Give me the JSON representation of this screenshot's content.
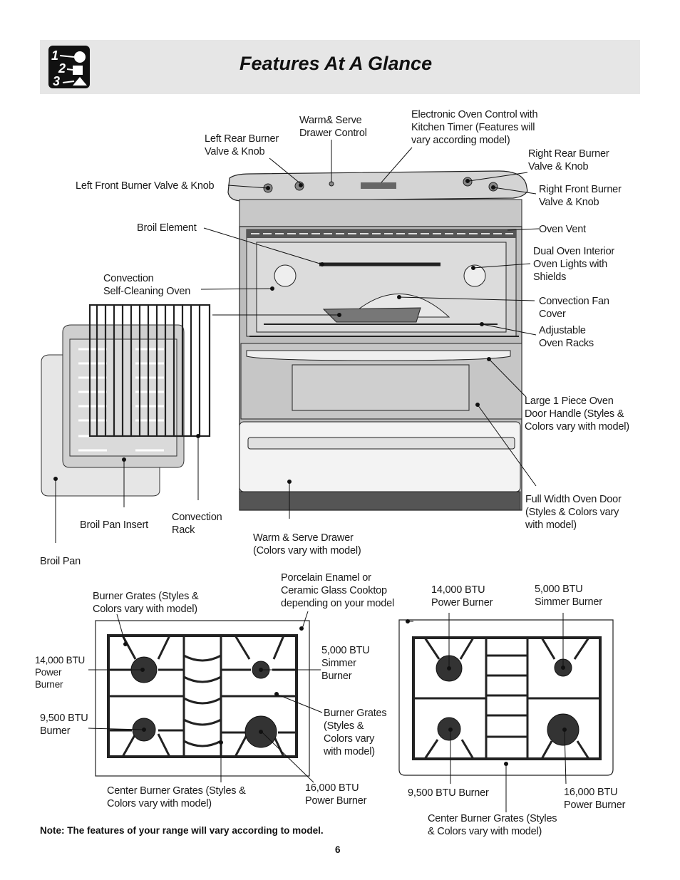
{
  "header": {
    "title": "Features At A Glance",
    "logo_text": [
      "1",
      "2",
      "3"
    ]
  },
  "oven_labels": {
    "warm_serve_control": [
      "Warm& Serve",
      "Drawer Control"
    ],
    "electronic_control": [
      "Electronic Oven Control with",
      "Kitchen Timer (Features will",
      "vary according model)"
    ],
    "left_rear_burner": [
      "Left Rear Burner",
      "Valve & Knob"
    ],
    "right_rear_burner": [
      "Right Rear Burner",
      "Valve & Knob"
    ],
    "left_front_burner": [
      "Left Front Burner Valve & Knob"
    ],
    "right_front_burner": [
      "Right Front Burner",
      "Valve & Knob"
    ],
    "broil_element": [
      "Broil Element"
    ],
    "oven_vent": [
      "Oven Vent"
    ],
    "oven_lights": [
      "Dual Oven Interior",
      "Oven Lights with",
      "Shields"
    ],
    "convection_oven": [
      "Convection",
      "Self-Cleaning Oven"
    ],
    "fan_cover": [
      "Convection Fan",
      "Cover"
    ],
    "oven_racks": [
      "Adjustable",
      "Oven Racks"
    ],
    "door_handle": [
      "Large 1 Piece Oven",
      "Door Handle (Styles &",
      "Colors vary with model)"
    ],
    "oven_door": [
      "Full Width Oven Door",
      "(Styles & Colors vary",
      "with model)"
    ],
    "warm_drawer": [
      "Warm & Serve Drawer",
      "(Colors vary with model)"
    ],
    "broil_pan_insert": [
      "Broil Pan Insert"
    ],
    "convection_rack": [
      "Convection",
      "Rack"
    ],
    "broil_pan": [
      "Broil Pan"
    ]
  },
  "cooktop_labels": {
    "grates_left": [
      "Burner Grates (Styles &",
      "Colors vary with model)"
    ],
    "porcelain": [
      "Porcelain Enamel or",
      "Ceramic Glass Cooktop",
      "depending on your model"
    ],
    "l_power": [
      "14,000 BTU",
      "Power",
      "Burner"
    ],
    "l_simmer": [
      "5,000 BTU",
      "Simmer",
      "Burner"
    ],
    "l_9500": [
      "9,500 BTU",
      "Burner"
    ],
    "grates_mid": [
      "Burner Grates",
      "(Styles  &",
      "Colors vary",
      "with model)"
    ],
    "l_center": [
      "Center Burner Grates (Styles &",
      "Colors vary with model)"
    ],
    "l_16000": [
      "16,000 BTU",
      "Power Burner"
    ],
    "r_power": [
      "14,000 BTU",
      "Power Burner"
    ],
    "r_simmer": [
      "5,000 BTU",
      "Simmer Burner"
    ],
    "r_9500": [
      "9,500 BTU Burner"
    ],
    "r_16000": [
      "16,000 BTU",
      "Power Burner"
    ],
    "r_center": [
      "Center Burner Grates (Styles",
      "& Colors vary with model)"
    ]
  },
  "footer": {
    "note": "Note: The features of your range will vary according to model.",
    "page_number": "6"
  }
}
